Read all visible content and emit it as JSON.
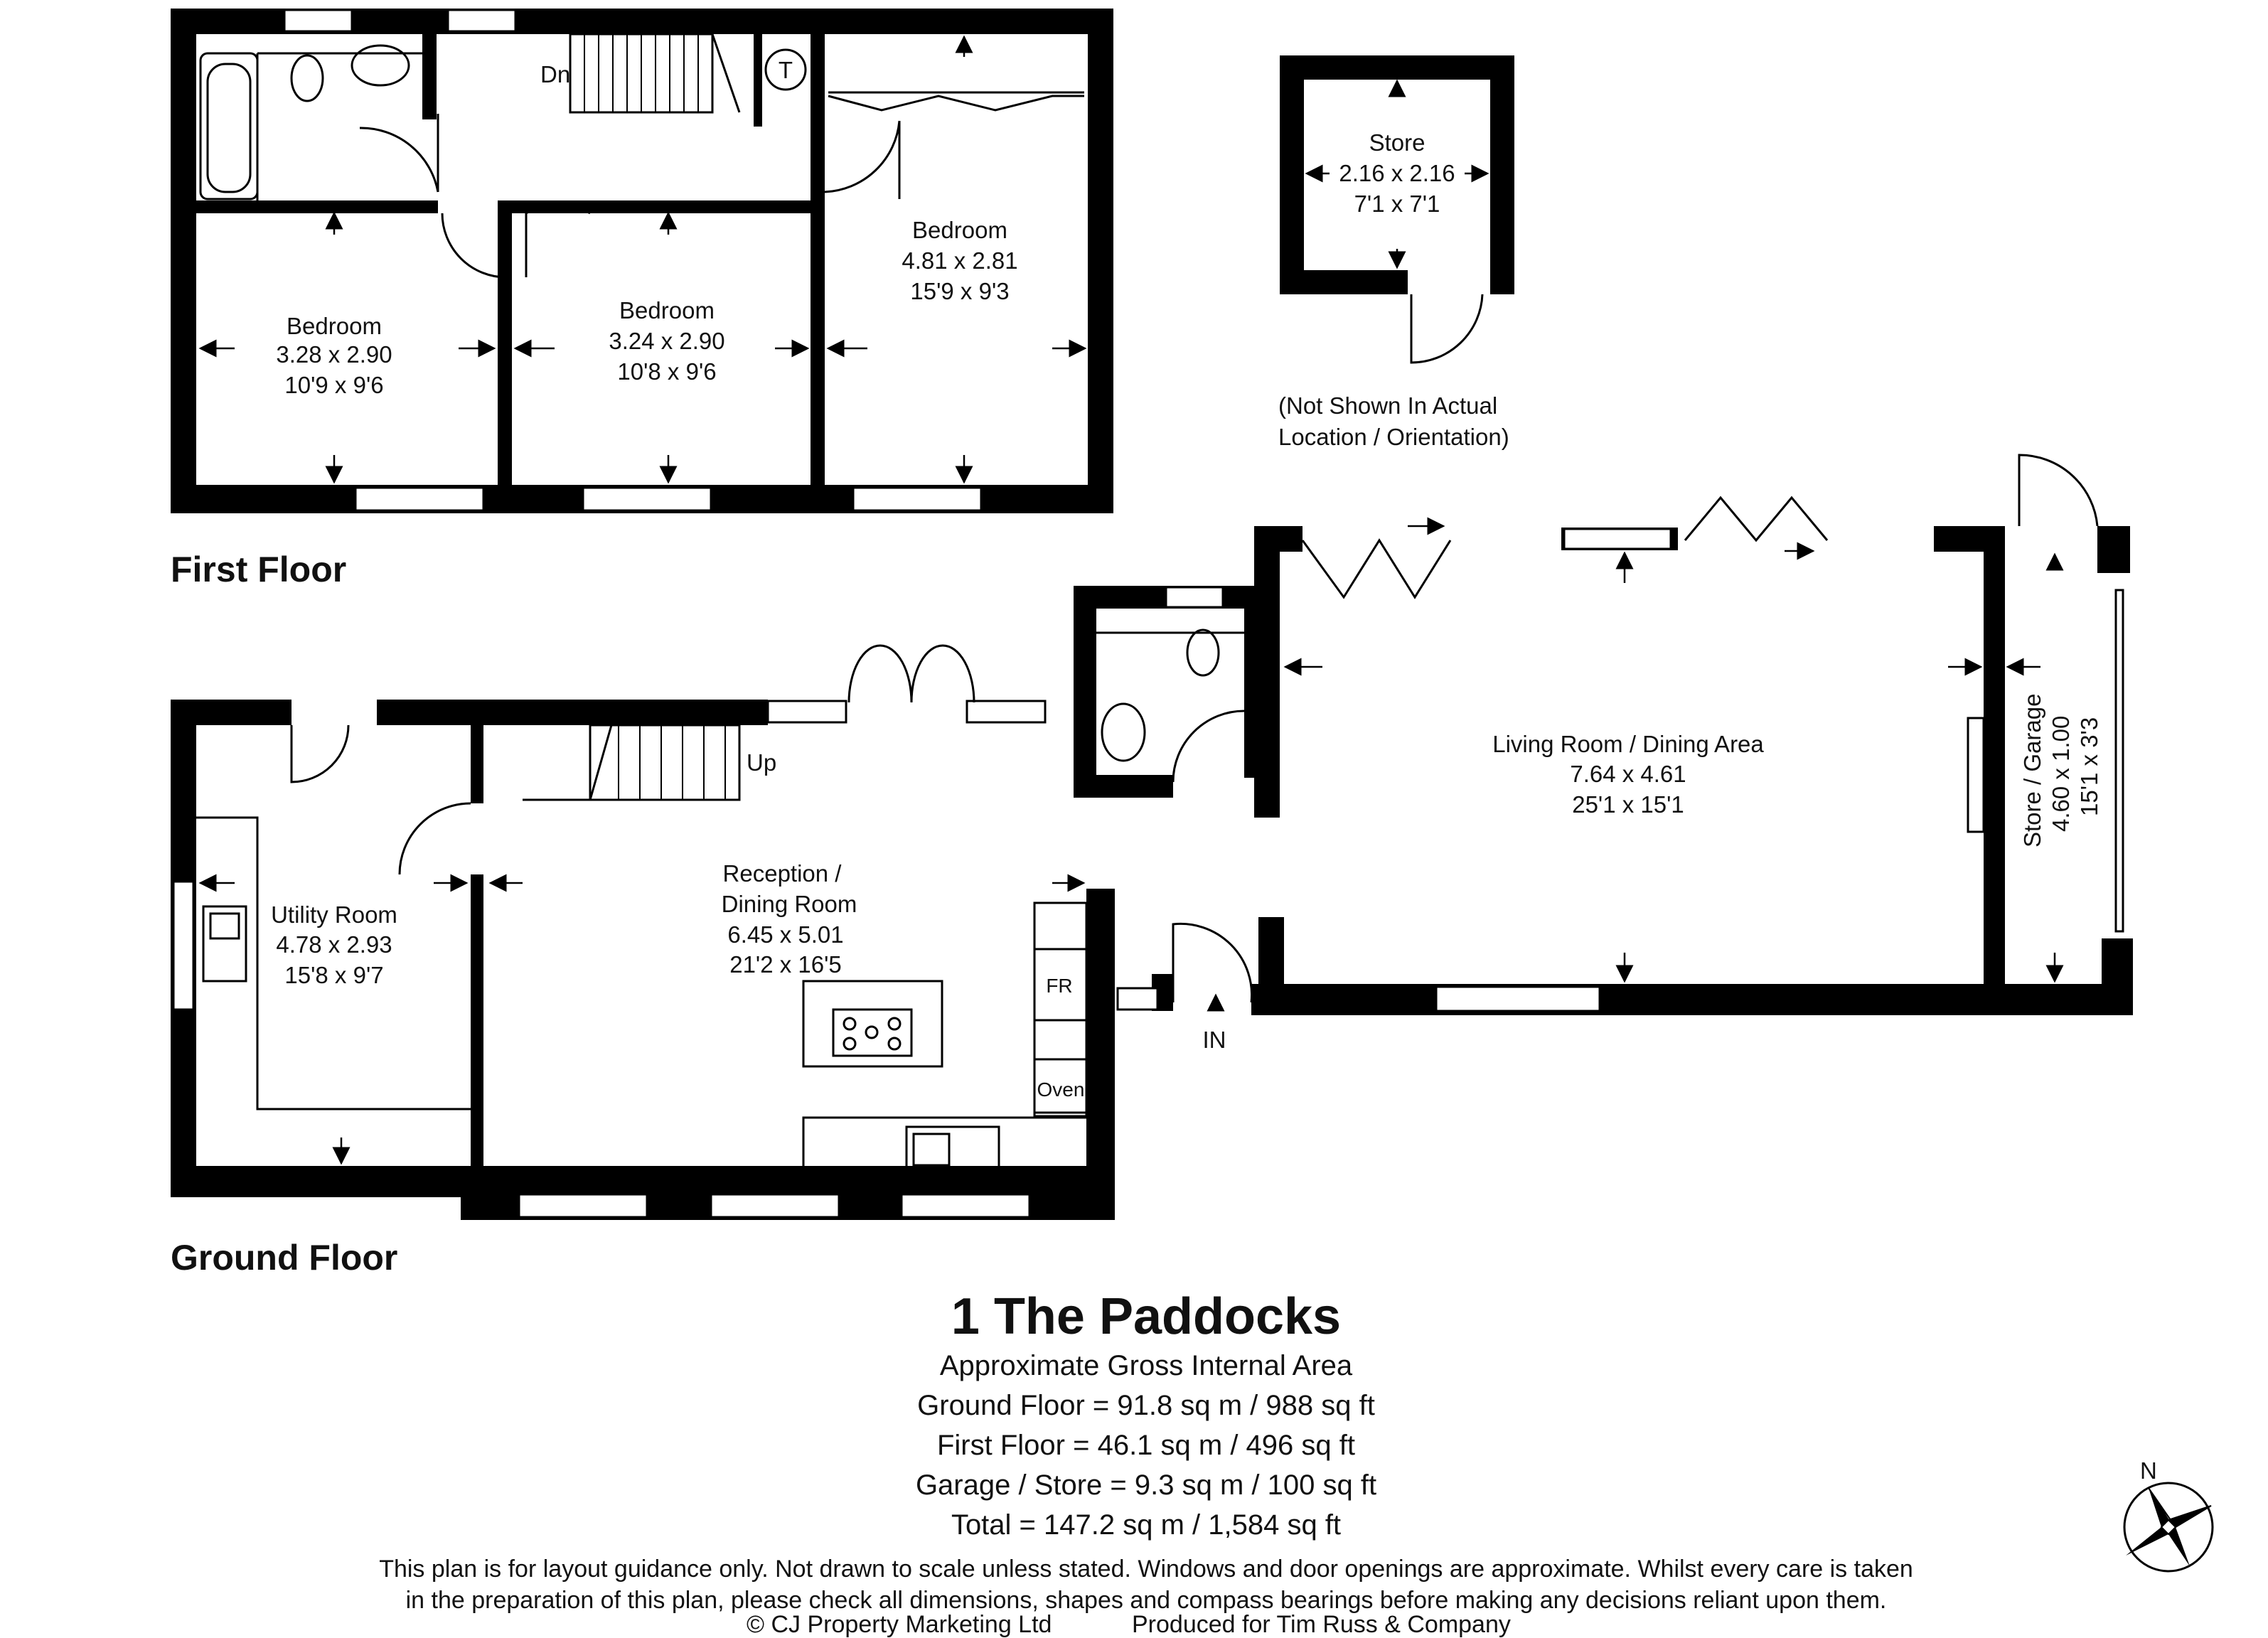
{
  "title": "1 The Paddocks",
  "area_summary": {
    "heading": "Approximate Gross Internal Area",
    "ground_floor": "Ground Floor = 91.8 sq m / 988 sq ft",
    "first_floor": "First Floor = 46.1 sq m / 496 sq ft",
    "garage_store": "Garage / Store = 9.3 sq m / 100 sq ft",
    "total": "Total = 147.2 sq m / 1,584 sq ft"
  },
  "disclaimer": {
    "line1": "This plan is for layout guidance only. Not drawn to scale unless stated. Windows and door openings are approximate. Whilst every care is taken",
    "line2": "in the preparation of this plan, please check all dimensions, shapes and compass bearings before making any decisions reliant upon them.",
    "copyright": "© CJ Property Marketing Ltd",
    "produced_for": "Produced for Tim Russ & Company"
  },
  "floors": {
    "first": "First Floor",
    "ground": "Ground Floor"
  },
  "first_floor_rooms": {
    "bedroom1": {
      "name": "Bedroom",
      "metric": "3.28 x 2.90",
      "imperial": "10'9 x 9'6"
    },
    "bedroom2": {
      "name": "Bedroom",
      "metric": "3.24 x 2.90",
      "imperial": "10'8 x 9'6"
    },
    "bedroom3": {
      "name": "Bedroom",
      "metric": "4.81 x 2.81",
      "imperial": "15'9 x 9'3"
    },
    "stairs_label": "Dn",
    "tank_label": "T"
  },
  "store": {
    "name": "Store",
    "metric": "2.16 x 2.16",
    "imperial": "7'1 x 7'1",
    "note_line1": "(Not Shown In Actual",
    "note_line2": "Location / Orientation)"
  },
  "ground_floor_rooms": {
    "utility": {
      "name": "Utility Room",
      "metric": "4.78 x 2.93",
      "imperial": "15'8 x 9'7"
    },
    "reception": {
      "name_line1": "Reception /",
      "name_line2": "Dining Room",
      "metric": "6.45 x 5.01",
      "imperial": "21'2 x 16'5"
    },
    "living": {
      "name": "Living Room / Dining Area",
      "metric": "7.64 x 4.61",
      "imperial": "25'1 x 15'1"
    },
    "garage": {
      "name": "Store / Garage",
      "metric": "4.60 x 1.00",
      "imperial": "15'1 x 3'3"
    },
    "stairs_label": "Up",
    "fridge_label": "FR",
    "oven_label": "Oven",
    "entrance_label": "IN"
  },
  "compass": {
    "north_label": "N"
  },
  "colors": {
    "wall": "#000000",
    "line": "#000000",
    "background": "#ffffff"
  }
}
